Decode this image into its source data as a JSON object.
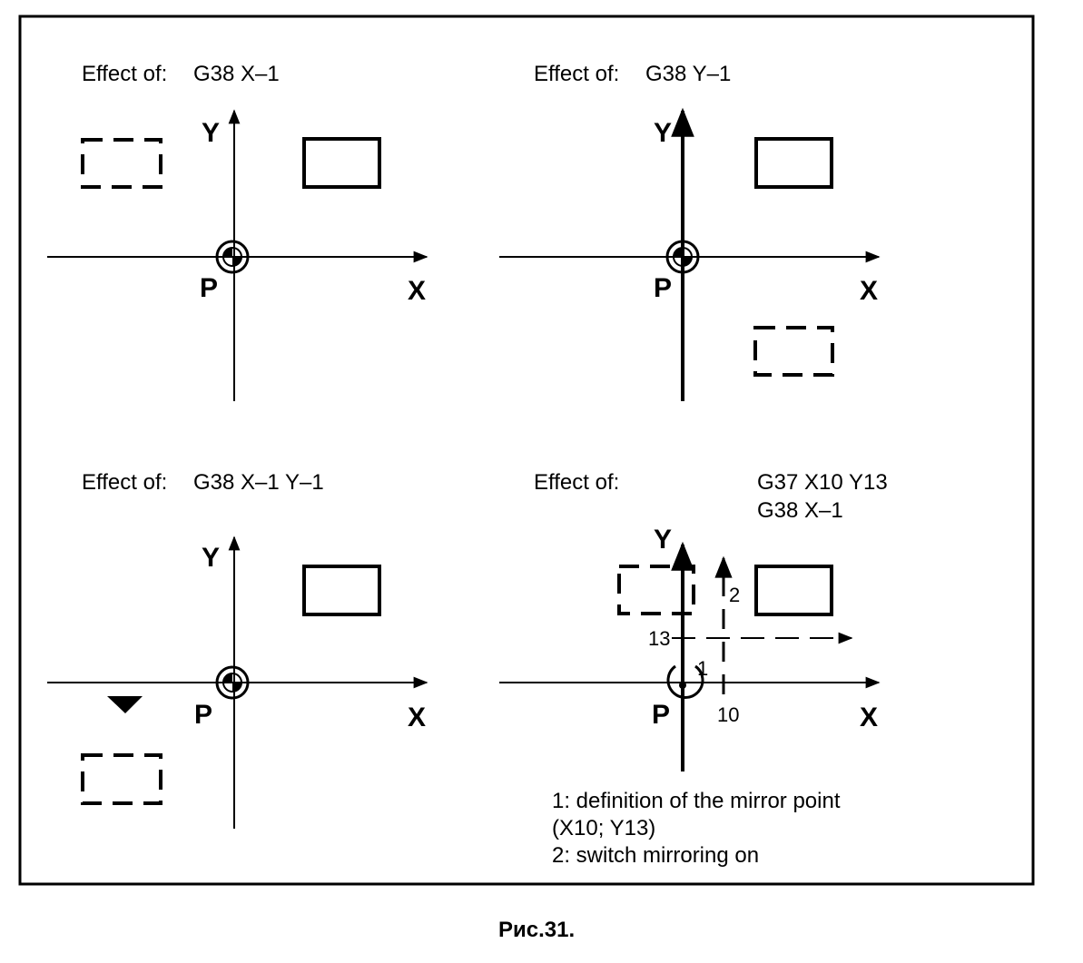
{
  "panels": [
    {
      "id": "top-left",
      "label_prefix": "Effect of:",
      "command": "G38 X–1",
      "axis_x": "X",
      "axis_y": "Y",
      "origin": "P"
    },
    {
      "id": "top-right",
      "label_prefix": "Effect of:",
      "command": "G38 Y–1",
      "axis_x": "X",
      "axis_y": "Y",
      "origin": "P"
    },
    {
      "id": "bottom-left",
      "label_prefix": "Effect of:",
      "command": "G38 X–1 Y–1",
      "axis_x": "X",
      "axis_y": "Y",
      "origin": "P"
    },
    {
      "id": "bottom-right",
      "label_prefix": "Effect of:",
      "command_line1": "G37 X10 Y13",
      "command_line2": "G38 X–1",
      "axis_x": "X",
      "axis_y": "Y",
      "origin": "P",
      "tick_y": "13",
      "tick_x": "10",
      "marker_1": "1",
      "marker_2": "2",
      "notes": [
        "1: definition of the mirror point",
        "(X10; Y13)",
        "2: switch mirroring on"
      ]
    }
  ],
  "caption": "Рис.31."
}
